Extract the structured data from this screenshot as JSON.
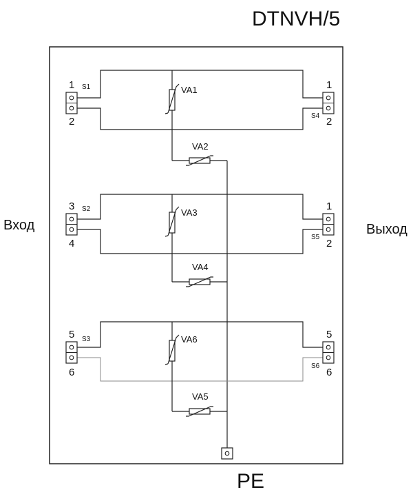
{
  "title": "DTNVH/5",
  "input_label": "Вход",
  "output_label": "Выход",
  "ground_label": "PE",
  "blocks": [
    {
      "in_pins": [
        "1",
        "2"
      ],
      "in_switch": "S1",
      "out_pins": [
        "1",
        "2"
      ],
      "out_switch": "S4",
      "line_varistor": "VA1",
      "ground_varistor": "VA2"
    },
    {
      "in_pins": [
        "3",
        "4"
      ],
      "in_switch": "S2",
      "out_pins": [
        "1",
        "2"
      ],
      "out_switch": "S5",
      "line_varistor": "VA3",
      "ground_varistor": "VA4"
    },
    {
      "in_pins": [
        "5",
        "6"
      ],
      "in_switch": "S3",
      "out_pins": [
        "5",
        "6"
      ],
      "out_switch": "S6",
      "line_varistor": "VA6",
      "ground_varistor": "VA5"
    }
  ]
}
